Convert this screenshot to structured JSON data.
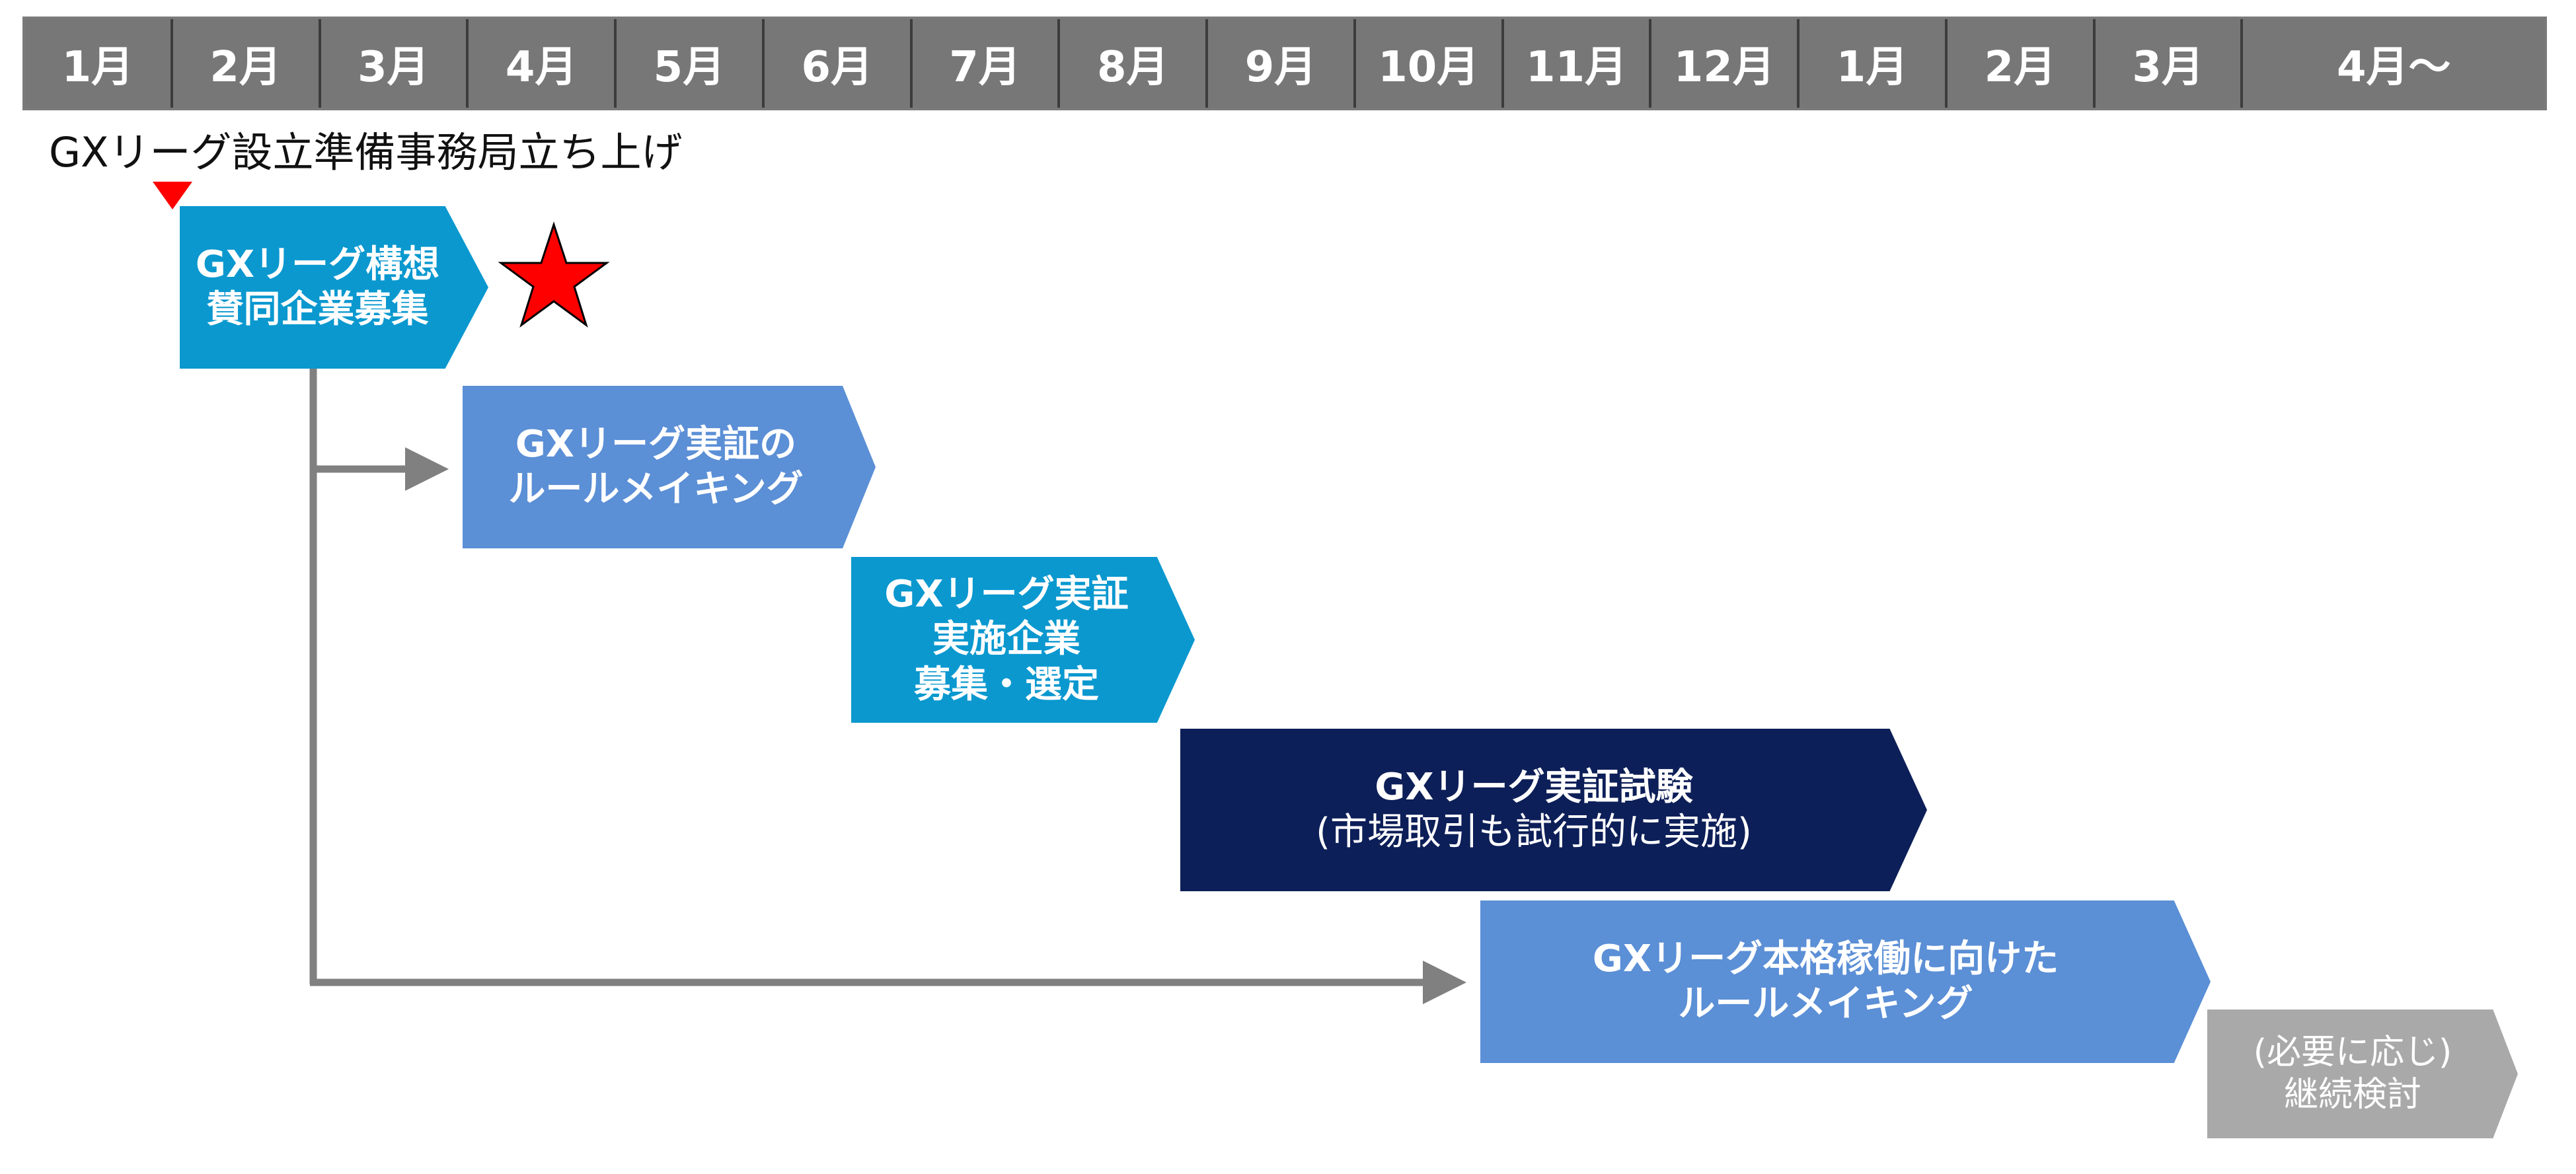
{
  "timeline": {
    "months": [
      "1月",
      "2月",
      "3月",
      "4月",
      "5月",
      "6月",
      "7月",
      "8月",
      "9月",
      "10月",
      "11月",
      "12月",
      "1月",
      "2月",
      "3月",
      "4月～"
    ]
  },
  "kickoff": {
    "label": "GXリーグ設立準備事務局立ち上げ"
  },
  "phases": [
    {
      "label": "GXリーグ構想\n賛同企業募集",
      "color": "#0a98cf"
    },
    {
      "label": "GXリーグ実証の\nルールメイキング",
      "color": "#5b8fd6"
    },
    {
      "label": "GXリーグ実証\n実施企業\n募集・選定",
      "color": "#0a98cf"
    },
    {
      "label": "GXリーグ実証試験",
      "sublabel": "(市場取引も試行的に実施)",
      "color": "#0d1f58"
    },
    {
      "label": "GXリーグ本格稼働に向けた\nルールメイキング",
      "color": "#5b8fd6"
    },
    {
      "label": "(必要に応じ)\n継続検討",
      "color": "#a9a9a9"
    }
  ],
  "icons": {
    "current_marker": "red-star-icon",
    "kickoff_marker": "red-triangle-down-icon"
  },
  "colors": {
    "header_bg": "#777777",
    "marker_red": "#ff0000",
    "connector": "#808080"
  }
}
